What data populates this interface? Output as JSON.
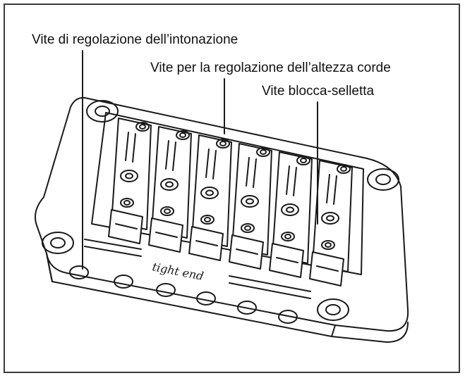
{
  "labels": {
    "intonation_screw": "Vite di regolazione dell’intonazione",
    "string_height_screw": "Vite per la regolazione dell’altezza corde",
    "saddle_lock_screw": "Vite blocca-selletta"
  },
  "bridge": {
    "saddle_count": 6,
    "engraving": "tight end"
  },
  "colors": {
    "line": "#1a1a1a",
    "fill": "#ffffff",
    "frame": "#3a3a3a"
  }
}
